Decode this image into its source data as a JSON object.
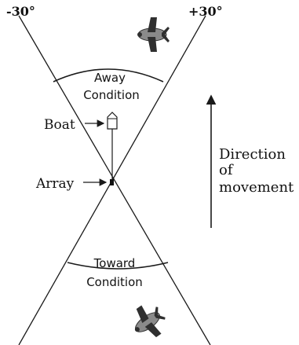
{
  "angles": {
    "left": "-30°",
    "right": "+30°"
  },
  "away_condition": {
    "line1": "Away",
    "line2": "Condition"
  },
  "toward_condition": {
    "line1": "Toward",
    "line2": "Condition"
  },
  "labels": {
    "boat": "Boat",
    "array": "Array"
  },
  "direction": {
    "line1": "Direction",
    "line2": "of",
    "line3": "movement"
  },
  "icons": [
    "airplane-icon",
    "boat-icon",
    "array-marker-icon",
    "arrow-icon"
  ],
  "colors": {
    "line": "#1a1a1a",
    "plane_body": "#8a8a8a",
    "plane_dark": "#2f2f2f"
  }
}
